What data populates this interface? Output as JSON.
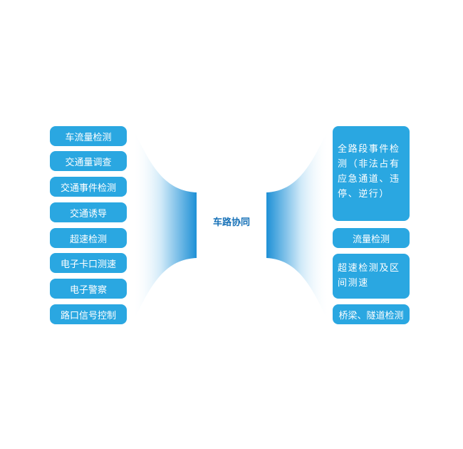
{
  "center": {
    "label": "车路协同"
  },
  "left_items": [
    {
      "label": "车流量检测"
    },
    {
      "label": "交通量调查"
    },
    {
      "label": "交通事件检测"
    },
    {
      "label": "交通诱导"
    },
    {
      "label": "超速检测"
    },
    {
      "label": "电子卡口测速"
    },
    {
      "label": "电子警察"
    },
    {
      "label": "路口信号控制"
    }
  ],
  "right_items": [
    {
      "label": "全路段事件检测（非法占有应急通道、违停、逆行）"
    },
    {
      "label": "流量检测"
    },
    {
      "label": "超速检测及区间测速"
    },
    {
      "label": "桥梁、隧道检测"
    }
  ],
  "colors": {
    "pill": "#2aa7e1",
    "gradient_dark": "#1e90d6",
    "center_text": "#1872b8"
  }
}
